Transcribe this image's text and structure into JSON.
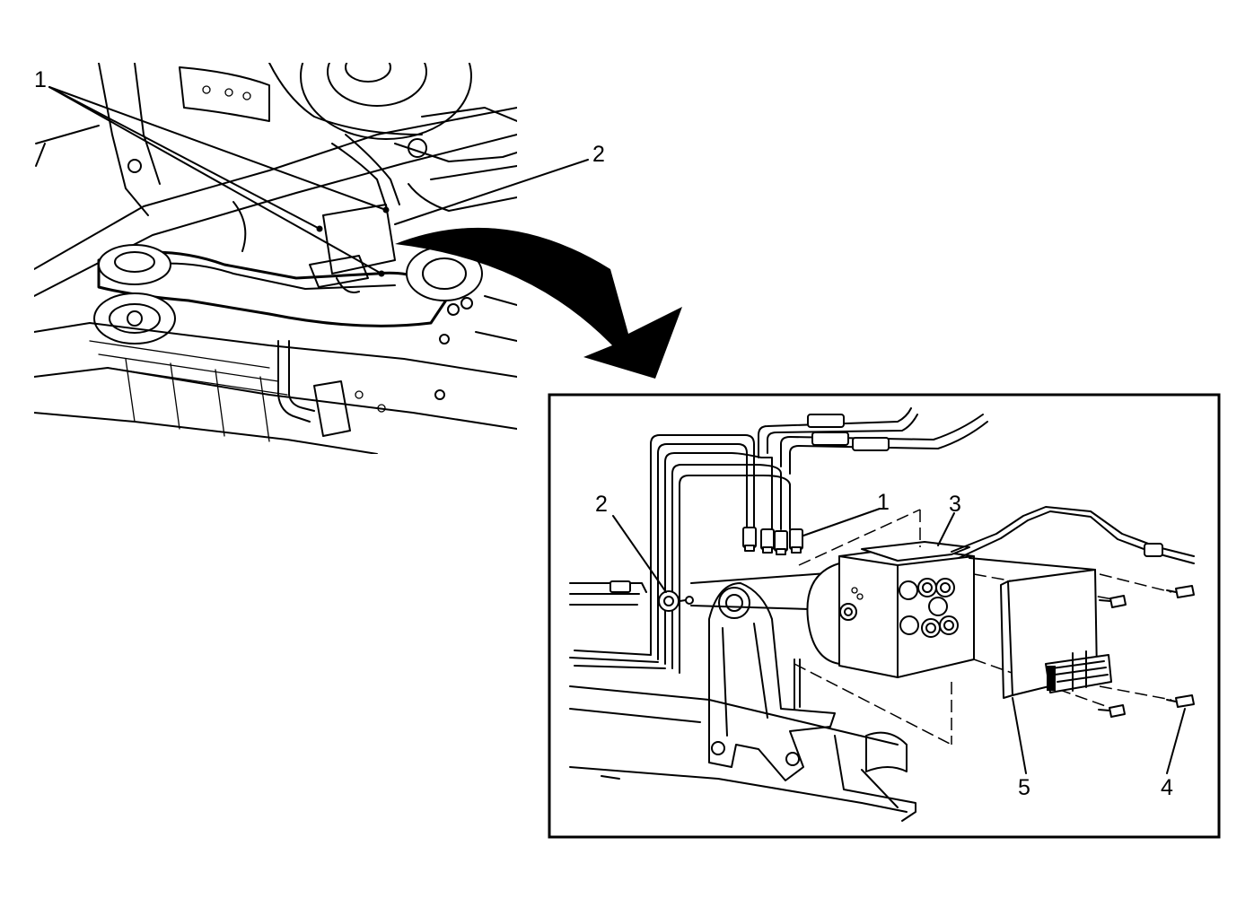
{
  "overview": {
    "callouts": [
      {
        "id": "1",
        "text": "1"
      },
      {
        "id": "2",
        "text": "2"
      }
    ]
  },
  "detail": {
    "callouts": [
      {
        "id": "1",
        "text": "1"
      },
      {
        "id": "2",
        "text": "2"
      },
      {
        "id": "3",
        "text": "3"
      },
      {
        "id": "4",
        "text": "4"
      },
      {
        "id": "5",
        "text": "5"
      }
    ]
  }
}
